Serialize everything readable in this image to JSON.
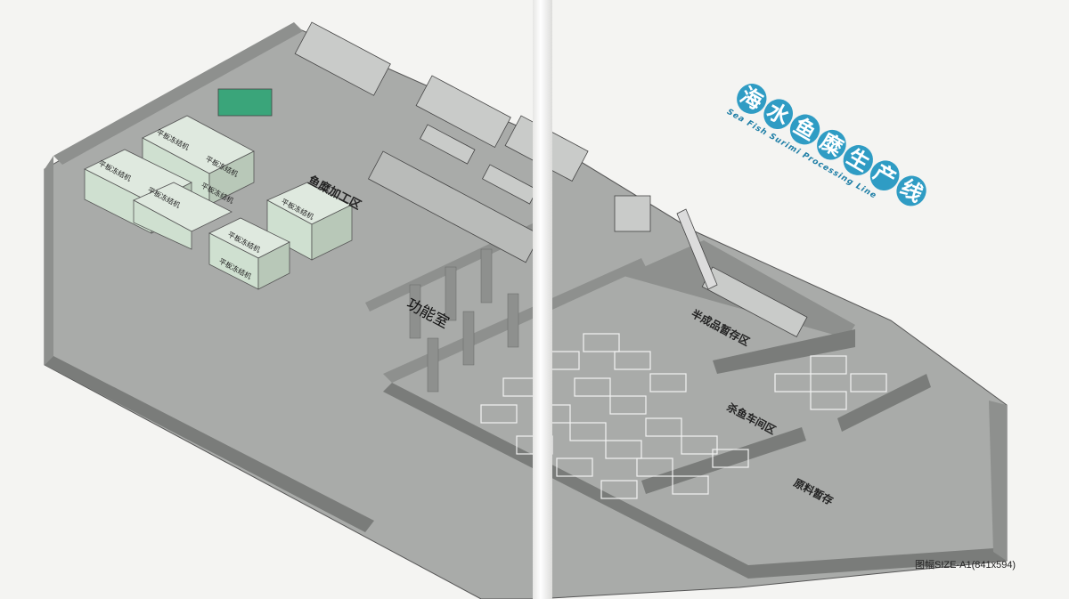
{
  "title": {
    "chars": [
      "海",
      "水",
      "鱼",
      "糜",
      "生",
      "产",
      "线"
    ],
    "english": "Sea Fish Surimi Processing Line"
  },
  "zones": {
    "processing": "鱼糜加工区",
    "functional": "功能室",
    "cooking": "杀鱼车间区",
    "semi_product": "半成品暂存区",
    "raw_material": "原料暂存"
  },
  "freezers": [
    "平板冻结机",
    "平板冻结机",
    "平板冻结机",
    "平板冻结机",
    "平板冻结机",
    "平板冻结机",
    "平板冻结机",
    "平板冻结机"
  ],
  "size_label": "图幅SIZE-A1(841x594)",
  "colors": {
    "floor": "#a9aba9",
    "wall_top": "#8e908e",
    "wall_side": "#7a7c7a",
    "freezer": "#cfe0d0",
    "title": "#2f9cc4"
  }
}
